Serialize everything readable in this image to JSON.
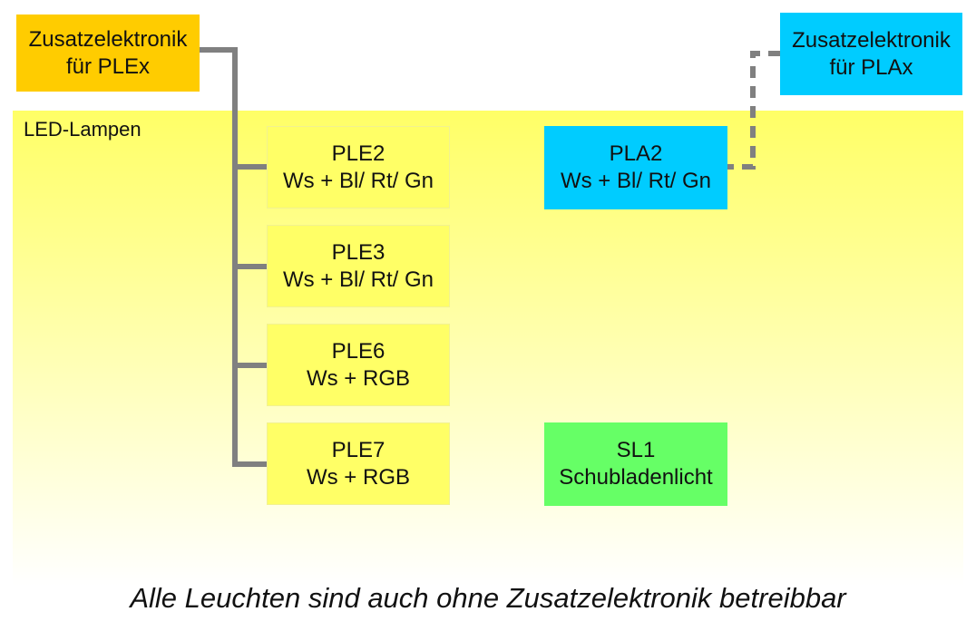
{
  "region": {
    "label": "LED-Lampen"
  },
  "controllers": {
    "plex": {
      "line1": "Zusatzelektronik",
      "line2": "für PLEx"
    },
    "plax": {
      "line1": "Zusatzelektronik",
      "line2": "für PLAx"
    }
  },
  "lamps": {
    "ple2": {
      "name": "PLE2",
      "spec": "Ws + Bl/ Rt/ Gn"
    },
    "ple3": {
      "name": "PLE3",
      "spec": "Ws + Bl/ Rt/ Gn"
    },
    "ple6": {
      "name": "PLE6",
      "spec": "Ws + RGB"
    },
    "ple7": {
      "name": "PLE7",
      "spec": "Ws + RGB"
    },
    "pla2": {
      "name": "PLA2",
      "spec": "Ws + Bl/ Rt/ Gn"
    },
    "sl1": {
      "name": "SL1",
      "spec": "Schubladenlicht"
    }
  },
  "footer": {
    "note": "Alle Leuchten sind auch ohne Zusatzelektronik betreibbar"
  },
  "colors": {
    "plex_controller": "#ffcc00",
    "plax_controller": "#00ccff",
    "ple_lamp": "#ffff66",
    "pla_lamp": "#00ccff",
    "sl_lamp": "#66ff66",
    "connector": "#808080",
    "region_top": "#ffff66"
  },
  "connections": [
    {
      "from": "plex",
      "to": [
        "ple2",
        "ple3",
        "ple6",
        "ple7"
      ],
      "style": "solid"
    },
    {
      "from": "plax",
      "to": [
        "pla2"
      ],
      "style": "dashed"
    }
  ]
}
